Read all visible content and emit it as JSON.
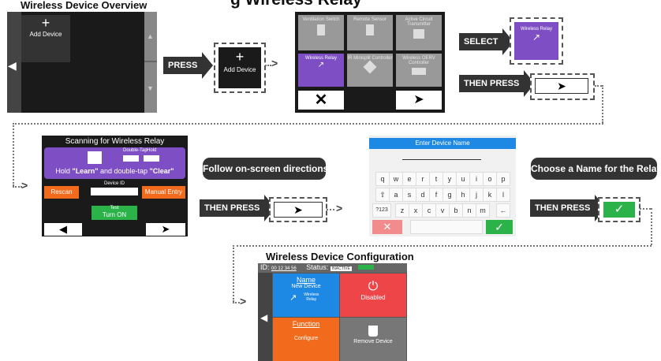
{
  "header": {
    "title": "Wireless Device Overview",
    "big_title_partial": "g  Wireless Relay"
  },
  "screen1": {
    "add_label": "Add Device"
  },
  "press_label": "PRESS",
  "add_box_label": "Add Device",
  "device_grid": {
    "tiles": [
      "Ventilation Switch",
      "Remote Sensor",
      "Active Circuit Transmitter",
      "Wireless Relay",
      "IR Minisplit Controller",
      "Wireless OERV Controller"
    ]
  },
  "select_label": "SELECT",
  "selected_tile": "Wireless Relay",
  "then_press_1": "THEN PRESS",
  "scan_screen": {
    "title": "Scanning for Wireless Relay",
    "double_tap": "Double-Tap",
    "hold": "Hold",
    "hold_prefix": "Hold ",
    "learn": "\"Learn\"",
    "and_text": " and double-tap ",
    "clear": "\"Clear\"",
    "rescan": "Rescan",
    "device_id": "Device ID",
    "manual_entry": "Manual Entry",
    "test": "Test",
    "turn_on": "Turn ON"
  },
  "follow_label": "Follow on-screen directions",
  "then_press_2": "THEN PRESS",
  "keyboard": {
    "header": "Enter Device Name",
    "row1": [
      "q",
      "w",
      "e",
      "r",
      "t",
      "y",
      "u",
      "i",
      "o",
      "p"
    ],
    "row2": [
      "a",
      "s",
      "d",
      "f",
      "g",
      "h",
      "j",
      "k",
      "l"
    ],
    "row3": [
      "z",
      "x",
      "c",
      "v",
      "b",
      "n",
      "m"
    ],
    "sym": "?123"
  },
  "choose_label": "Choose a Name for the Relay",
  "then_press_3": "THEN PRESS",
  "config": {
    "title": "Wireless Device Configuration",
    "id_label": "ID:",
    "id_value": "00 12 34 56",
    "status_label": "Status:",
    "status_value": "INACTIVE",
    "name_link": "Name",
    "name_value": "New Device",
    "relay_label": "Wireless Relay",
    "disabled": "Disabled",
    "function_link": "Function",
    "configure": "Configure",
    "remove": "Remove Device"
  },
  "colors": {
    "purple": "#7e4fc4",
    "orange": "#f26a1b",
    "green": "#2bb34a",
    "blue": "#1e88e5",
    "red": "#ee4548"
  }
}
